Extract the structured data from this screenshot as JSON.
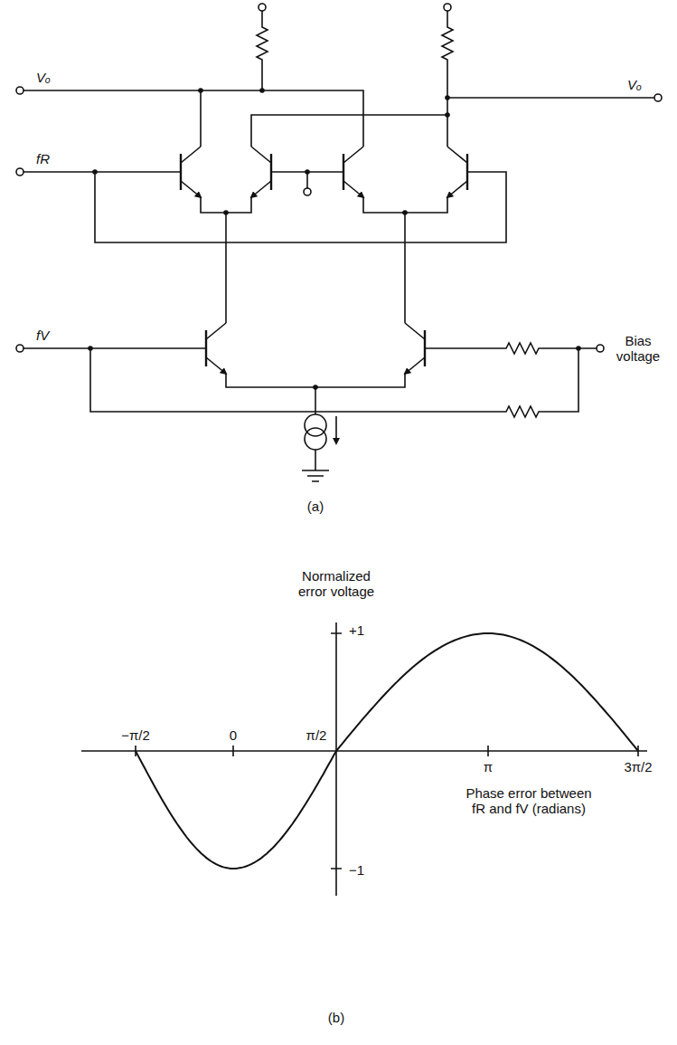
{
  "diagram": {
    "labels": [
      "Vₒ",
      "fR",
      "fV",
      "Vₒ",
      "Bias voltage",
      "(a)",
      "Normalized error voltage",
      "+1",
      "π/2",
      "−π/2",
      "0",
      "π",
      "3π/2",
      "Phase error between fR and fV (radians)",
      "−1",
      "(b)"
    ]
  }
}
